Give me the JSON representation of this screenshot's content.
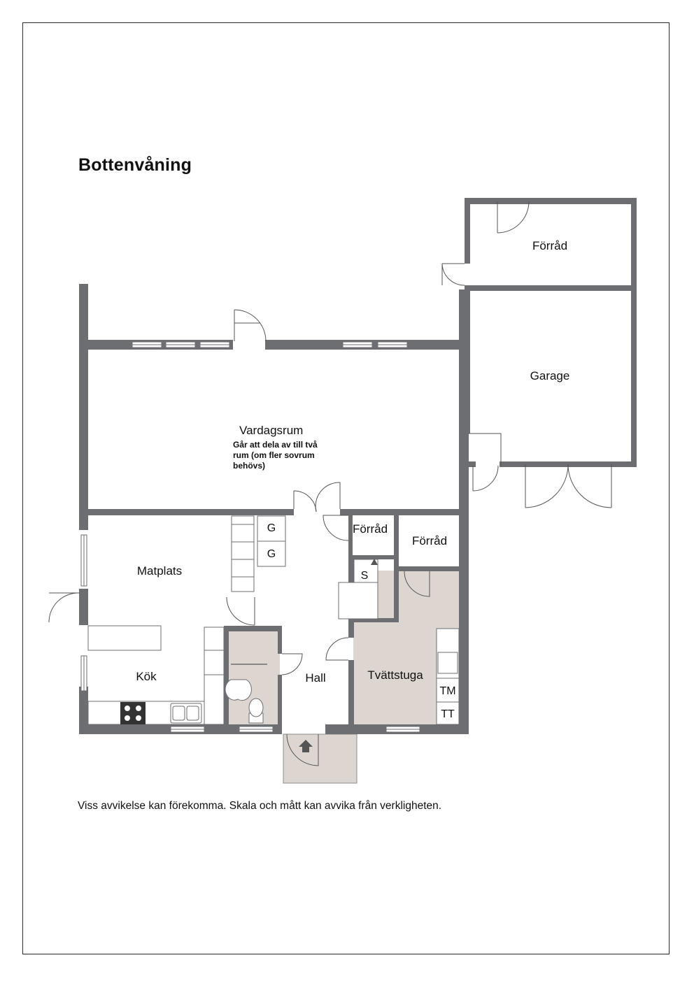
{
  "title": "Bottenvåning",
  "disclaimer": "Viss avvikelse kan förekomma. Skala och mått kan avvika från verkligheten.",
  "rooms": {
    "forrad_top": "Förråd",
    "garage": "Garage",
    "vardagsrum": "Vardagsrum",
    "vardagsrum_note_1": "Går att dela av till två",
    "vardagsrum_note_2": "rum (om fler sovrum",
    "vardagsrum_note_3": "behövs)",
    "matplats": "Matplats",
    "kok": "Kök",
    "hall": "Hall",
    "tvattstuga": "Tvättstuga",
    "forrad_hall": "Förråd",
    "forrad_right": "Förråd"
  },
  "symbols": {
    "g1": "G",
    "g2": "G",
    "s": "S",
    "tm": "TM",
    "tt": "TT"
  },
  "colors": {
    "wall": "#6d6e71",
    "wet_room_fill": "#ddd5cf",
    "outline": "#2b2b2b"
  }
}
